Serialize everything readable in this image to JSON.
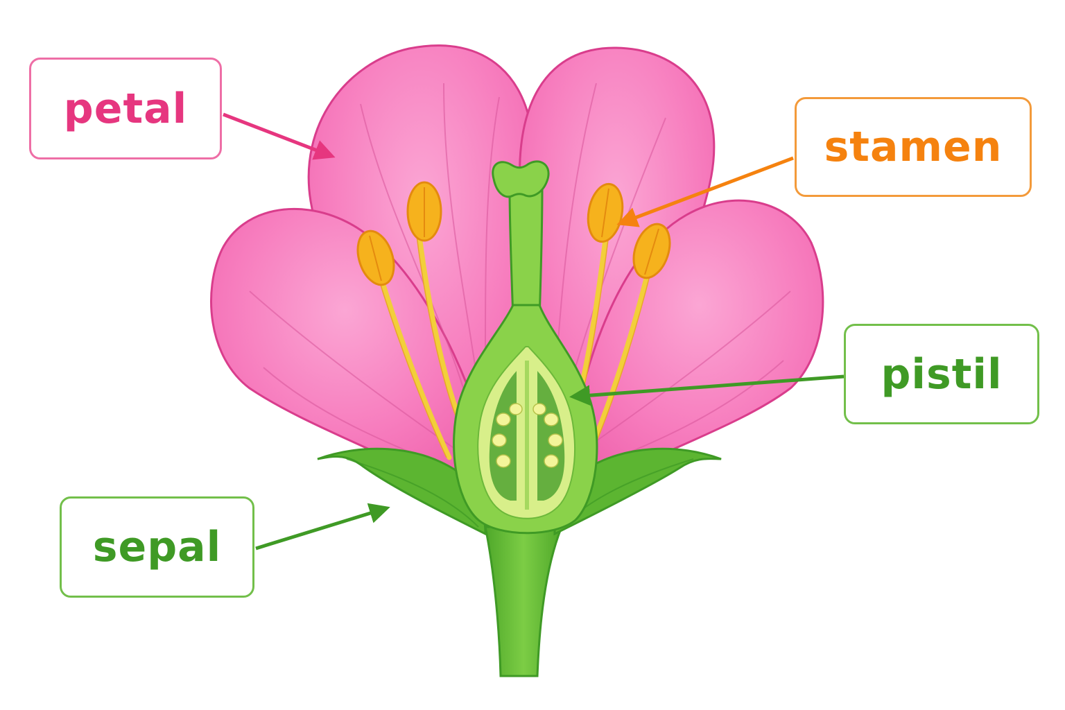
{
  "labels": {
    "petal": {
      "text": "petal",
      "color": "#e6367f",
      "border": "#ee6ea6"
    },
    "stamen": {
      "text": "stamen",
      "color": "#f5820f",
      "border": "#f39a3a"
    },
    "pistil": {
      "text": "pistil",
      "color": "#3f9a25",
      "border": "#72bf4a"
    },
    "sepal": {
      "text": "sepal",
      "color": "#3f9a25",
      "border": "#72bf4a"
    }
  },
  "colors": {
    "petal_fill": "#f77dbe",
    "petal_edge": "#d93d8c",
    "petal_vein": "#d9569b",
    "stem": "#6cc23e",
    "stem_edge": "#3f9a25",
    "sepal": "#5cb531",
    "ovary_outer": "#8ad24a",
    "ovary_inner": "#d8ef8a",
    "ovule": "#f3f59a",
    "anther": "#f6b21d",
    "filament": "#f2cf3a",
    "arrow_petal": "#e6367f",
    "arrow_stamen": "#f5820f",
    "arrow_green": "#3f9a25"
  }
}
